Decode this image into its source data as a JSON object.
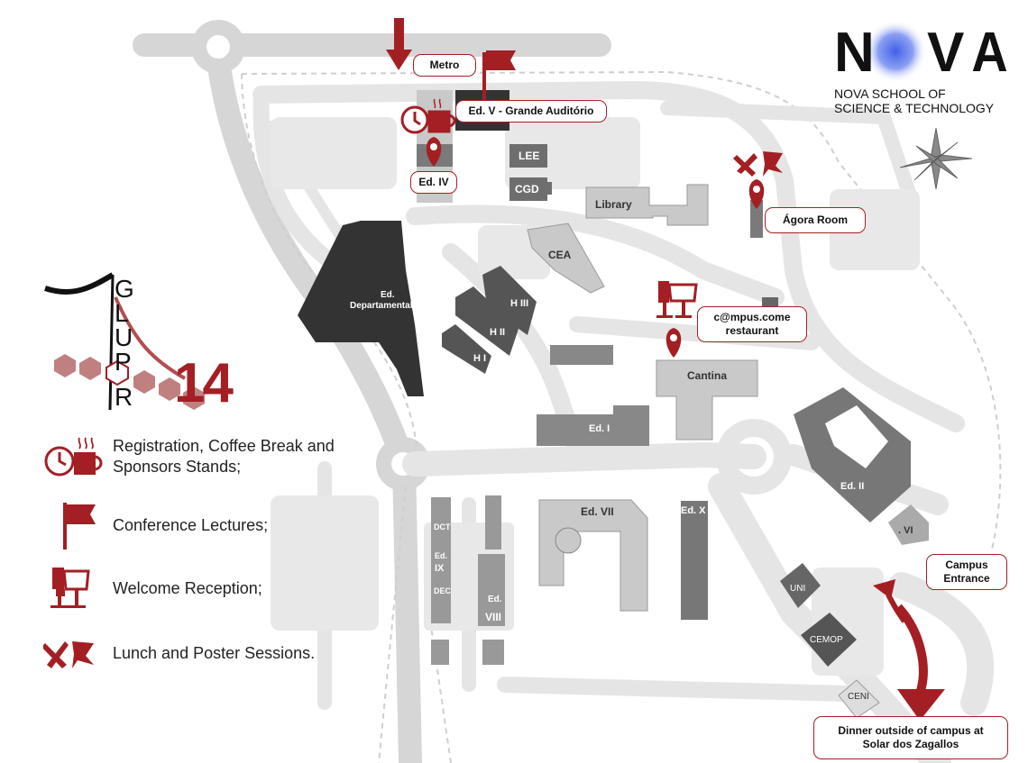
{
  "brand": {
    "logo_letters": [
      "N",
      "V",
      "A"
    ],
    "subtitle_line1": "NOVA SCHOOL OF",
    "subtitle_line2": "SCIENCE & TECHNOLOGY"
  },
  "event_logo": {
    "letters": [
      "G",
      "L",
      "U",
      "P",
      "R"
    ],
    "number": "14"
  },
  "map_labels": {
    "metro": "Metro",
    "ed_v": "Ed. V - Grande Auditório",
    "ed_iv": "Ed. IV",
    "agora": "Ágora Room",
    "campus_come_line1": "c@mpus.come",
    "campus_come_line2": "restaurant",
    "campus_entrance_line1": "Campus",
    "campus_entrance_line2": "Entrance",
    "dinner_line1": "Dinner outside of campus at",
    "dinner_line2": "Solar dos Zagallos"
  },
  "buildings": {
    "lee": "LEE",
    "cgd": "CGD",
    "library": "Library",
    "cea": "CEA",
    "ed_dept": "Ed.",
    "ed_dept2": "Departamental",
    "h3": "H III",
    "h2": "H II",
    "h1": "H I",
    "cantina": "Cantina",
    "ed1": "Ed. I",
    "ed2": "Ed. II",
    "ed6": ". VI",
    "ed7": "Ed. VII",
    "ed10": "Ed. X",
    "dct": "DCT",
    "ed9a": "Ed.",
    "ed9b": "IX",
    "dec": "DEC",
    "ed8a": "Ed.",
    "ed8b": "VIII",
    "uni": "UNI",
    "cemop": "CEMOP",
    "ceni": "CENI"
  },
  "legend": [
    {
      "icon": "coffee-clock-icon",
      "line1": "Registration, Coffee Break and",
      "line2": "Sponsors Stands;"
    },
    {
      "icon": "flag-icon",
      "line1": "Conference Lectures;",
      "line2": ""
    },
    {
      "icon": "wine-glasses-icon",
      "line1": "Welcome Reception;",
      "line2": ""
    },
    {
      "icon": "cutlery-pin-icon",
      "line1": "Lunch and Poster Sessions.",
      "line2": ""
    }
  ],
  "colors": {
    "accent_red": "#a31f24",
    "road": "#e5e5e5",
    "building_dark": "#333333",
    "building_mid": "#7a7a7a",
    "building_light": "#c9c9c9",
    "nova_glow": "#3f5fe8"
  }
}
